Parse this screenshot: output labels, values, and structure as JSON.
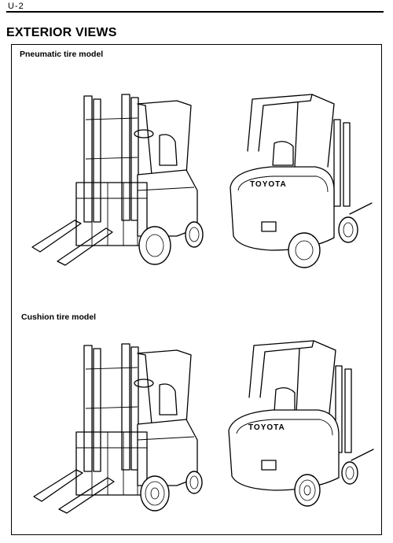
{
  "header": {
    "page_number": "U-2"
  },
  "page_title": "EXTERIOR VIEWS",
  "sections": [
    {
      "label": "Pneumatic tire model",
      "figures": [
        {
          "view": "front-left",
          "icon": "forklift-front-illustration"
        },
        {
          "view": "rear-right",
          "icon": "forklift-rear-illustration",
          "brand_text": "TOYOTA"
        }
      ]
    },
    {
      "label": "Cushion tire model",
      "figures": [
        {
          "view": "front-left",
          "icon": "forklift-front-illustration"
        },
        {
          "view": "rear-right",
          "icon": "forklift-rear-illustration",
          "brand_text": "TOYOTA"
        }
      ]
    }
  ]
}
